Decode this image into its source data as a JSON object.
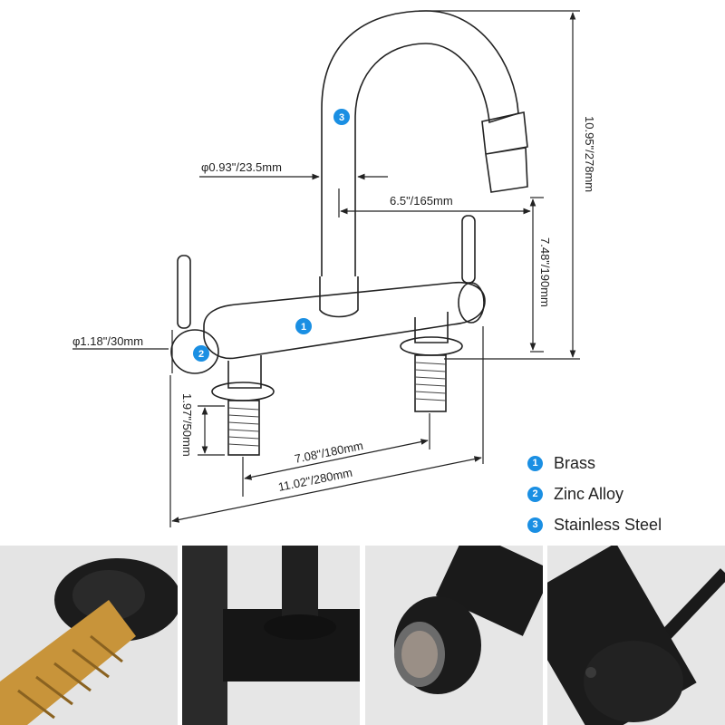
{
  "dimensions": {
    "spout_diameter": "φ0.93\"/23.5mm",
    "spout_reach": "6.5\"/165mm",
    "total_height": "10.95\"/278mm",
    "spout_height": "7.48\"/190mm",
    "handle_diameter": "φ1.18\"/30mm",
    "shank_length": "1.97\"/50mm",
    "center_spacing": "7.08\"/180mm",
    "total_width": "11.02\"/280mm"
  },
  "markers": {
    "spout": "3",
    "body": "1",
    "handle": "2"
  },
  "legend": [
    {
      "number": "1",
      "label": "Brass"
    },
    {
      "number": "2",
      "label": "Zinc Alloy"
    },
    {
      "number": "3",
      "label": "Stainless Steel"
    }
  ],
  "colors": {
    "accent": "#1a8fe3",
    "line": "#222222",
    "photo_bg": "#e8e8e8",
    "brass": "#c8943a"
  }
}
